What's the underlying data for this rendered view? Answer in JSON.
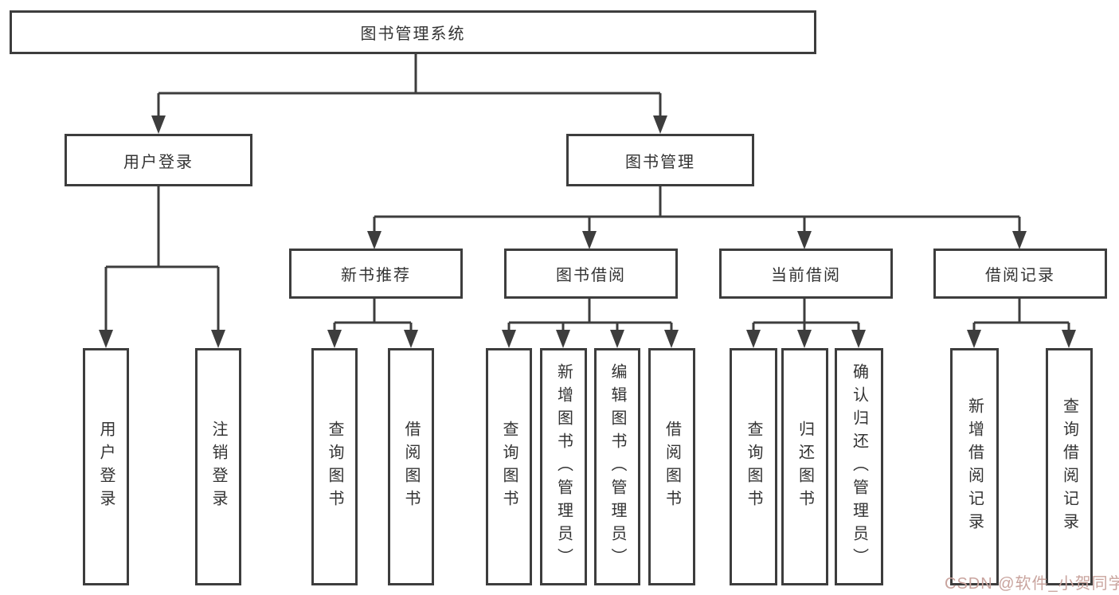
{
  "diagram": {
    "root": {
      "label": "图书管理系统"
    },
    "level2": [
      {
        "label": "用户登录"
      },
      {
        "label": "图书管理"
      }
    ],
    "level3": [
      {
        "label": "新书推荐"
      },
      {
        "label": "图书借阅"
      },
      {
        "label": "当前借阅"
      },
      {
        "label": "借阅记录"
      }
    ],
    "leaves": [
      {
        "label": "用户登录"
      },
      {
        "label": "注销登录"
      },
      {
        "label": "查询图书"
      },
      {
        "label": "借阅图书"
      },
      {
        "label": "查询图书"
      },
      {
        "label": "新增图书（管理员）"
      },
      {
        "label": "编辑图书（管理员）"
      },
      {
        "label": "借阅图书"
      },
      {
        "label": "查询图书"
      },
      {
        "label": "归还图书"
      },
      {
        "label": "确认归还（管理员）"
      },
      {
        "label": "新增借阅记录"
      },
      {
        "label": "查询借阅记录"
      }
    ],
    "colors": {
      "line": "#3d3d3d",
      "border": "#3d3d3d",
      "text": "#333333",
      "background": "#ffffff",
      "watermark": "#c9a49e"
    }
  },
  "watermark": {
    "text": "CSDN @软件_小贺同学"
  }
}
